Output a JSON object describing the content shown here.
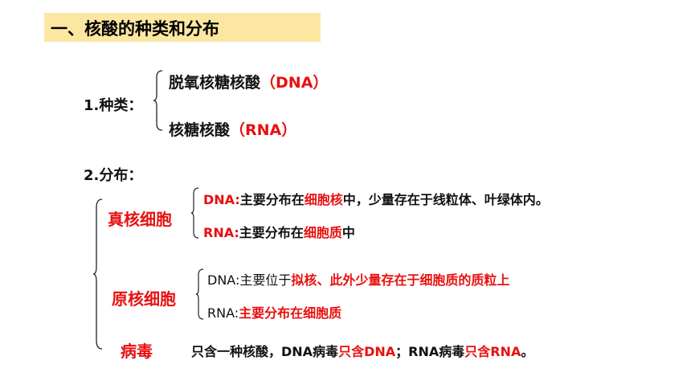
{
  "section_title": "一、核酸的种类和分布",
  "types": {
    "label": "1.种类：",
    "dna_name": "脱氧核糖核酸",
    "dna_abbr": "（DNA）",
    "rna_name": "核糖核酸",
    "rna_abbr": "（RNA）"
  },
  "distribution": {
    "label": "2.分布：",
    "eukaryote": {
      "label": "真核细胞",
      "dna_prefix": "DNA:",
      "dna_text1": "主要分布在",
      "dna_highlight": "细胞核",
      "dna_text2": "中，少量存在于线粒体、叶绿体内。",
      "rna_prefix": "RNA:",
      "rna_text1": "主要分布在",
      "rna_highlight": "细胞质",
      "rna_text2": "中"
    },
    "prokaryote": {
      "label": "原核细胞",
      "dna_prefix": "DNA:主要位于",
      "dna_highlight": "拟核、此外少量存在于细胞质的质粒上",
      "rna_prefix": "RNA:",
      "rna_highlight": "主要分布在细胞质"
    },
    "virus": {
      "label": "病毒",
      "text1": "只含一种核酸，DNA病毒",
      "highlight1": "只含DNA",
      "text2": "；RNA病毒",
      "highlight2": "只含RNA",
      "text3": "。"
    }
  },
  "colors": {
    "title_bg": "#fce7a2",
    "accent_red": "#e81010",
    "text": "#111111"
  }
}
